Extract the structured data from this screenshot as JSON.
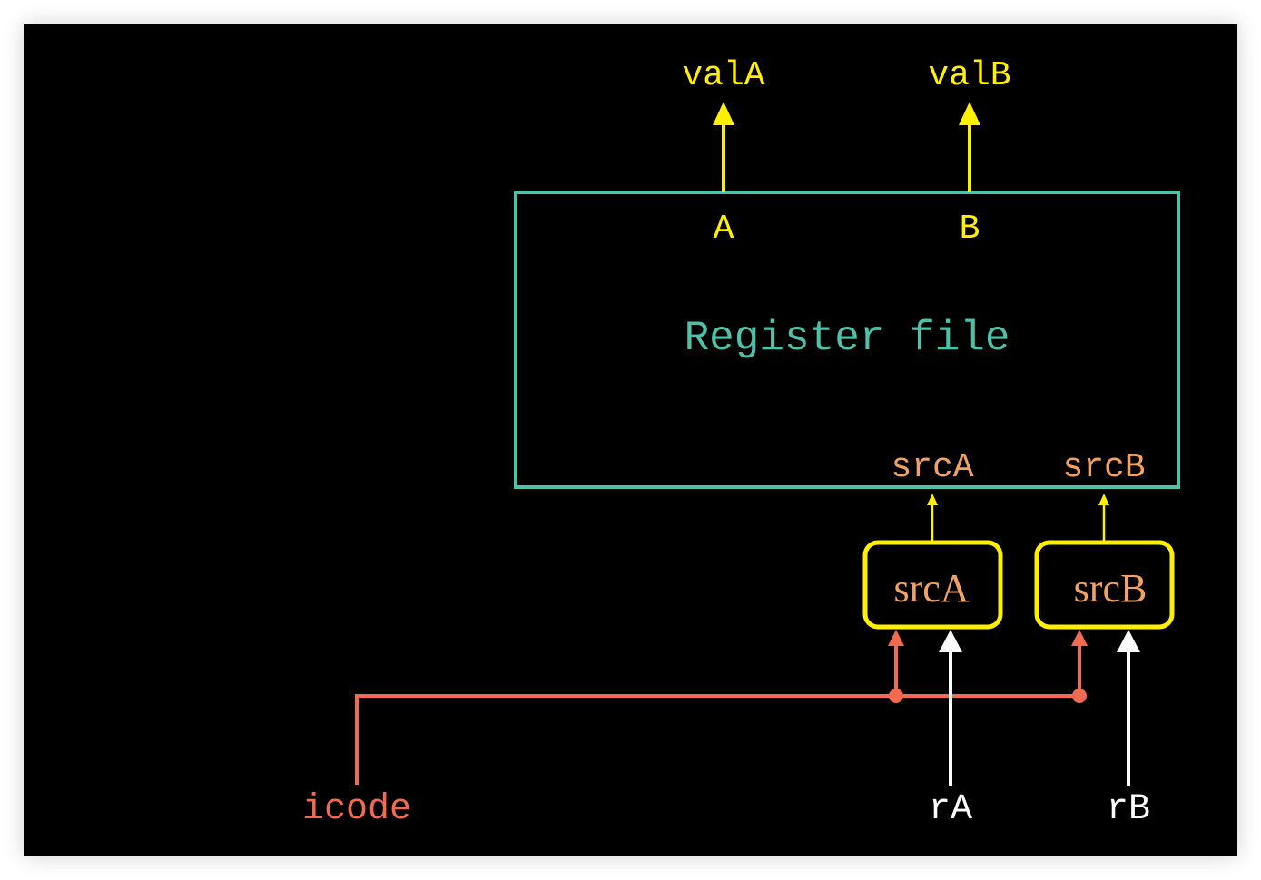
{
  "diagram": {
    "title": "Register file",
    "colors": {
      "background": "#000000",
      "register_file": "#4fc1a8",
      "value_signal": "#ffef00",
      "src_signal": "#f2a363",
      "control_signal": "#f26b50",
      "register_input": "#ffffff"
    },
    "outputs": [
      {
        "name": "valA",
        "port": "A"
      },
      {
        "name": "valB",
        "port": "B"
      }
    ],
    "register_file": {
      "label": "Register file",
      "read_ports": [
        "A",
        "B"
      ],
      "source_ports": [
        "srcA",
        "srcB"
      ]
    },
    "logic_blocks": [
      {
        "label": "srcA"
      },
      {
        "label": "srcB"
      }
    ],
    "inputs": [
      {
        "name": "icode",
        "kind": "control"
      },
      {
        "name": "rA",
        "kind": "register"
      },
      {
        "name": "rB",
        "kind": "register"
      }
    ]
  }
}
